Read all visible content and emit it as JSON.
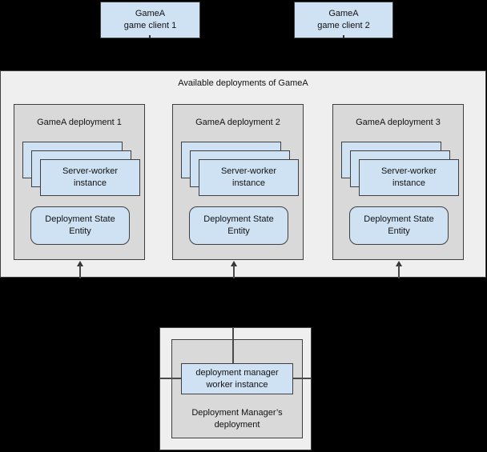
{
  "page": {
    "background": "#000000"
  },
  "colors": {
    "node_blue": "#cfe2f3",
    "deployment_gray": "#d9d9d9",
    "container_light_gray": "#efefef",
    "border_dark": "#3f3f3f",
    "connector_gray": "#4a4a4a"
  },
  "clients": [
    {
      "label": "GameA\ngame client 1"
    },
    {
      "label": "GameA\ngame client 2"
    }
  ],
  "available": {
    "title": "Available deployments of GameA",
    "deployments": [
      {
        "title": "GameA deployment 1",
        "worker": "Server-worker\ninstance",
        "entity": "Deployment State\nEntity"
      },
      {
        "title": "GameA deployment 2",
        "worker": "Server-worker\ninstance",
        "entity": "Deployment State\nEntity"
      },
      {
        "title": "GameA deployment 3",
        "worker": "Server-worker\ninstance",
        "entity": "Deployment State\nEntity"
      }
    ]
  },
  "manager": {
    "worker": "deployment manager\nworker instance",
    "title": "Deployment Manager’s\ndeployment"
  }
}
